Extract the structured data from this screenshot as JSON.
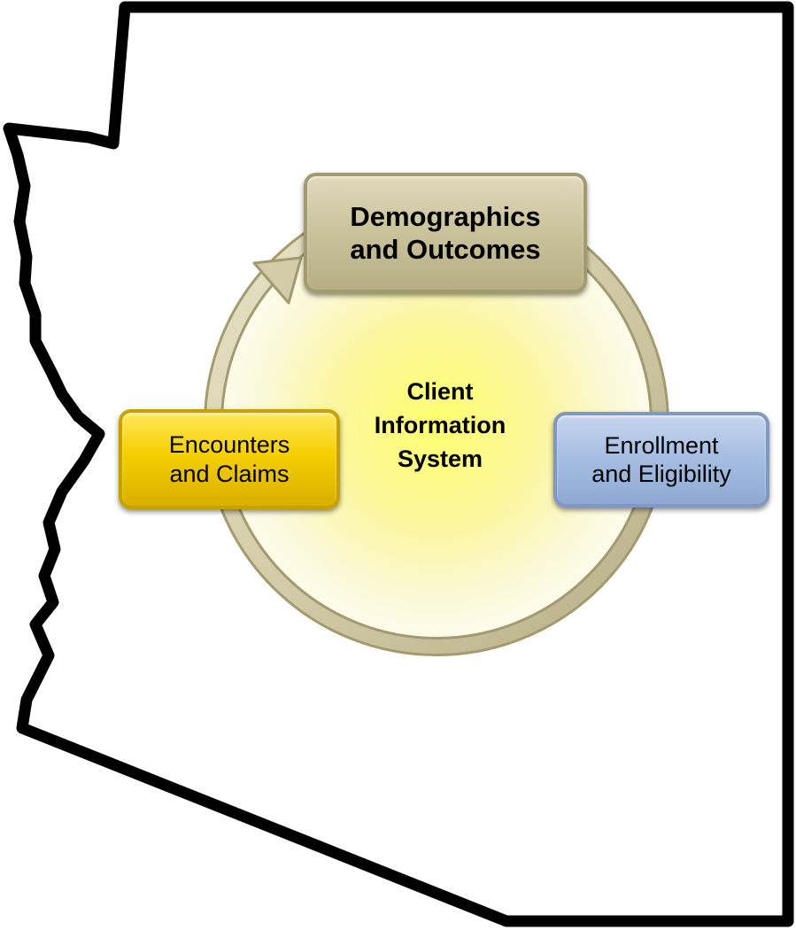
{
  "center": {
    "label": "Client\nInformation\nSystem"
  },
  "nodes": {
    "top": "Demographics\nand Outcomes",
    "left": "Encounters\nand Claims",
    "right": "Enrollment\nand Eligibility"
  },
  "colors": {
    "state_outline": "#000000",
    "cycle_ring": "#d3cca8",
    "center_glow": "#ffff66",
    "top_box": "#cbc49d",
    "left_box": "#f5cf00",
    "right_box": "#a8bfe2"
  },
  "shape": "Arizona state outline",
  "arrow_direction": "clockwise"
}
